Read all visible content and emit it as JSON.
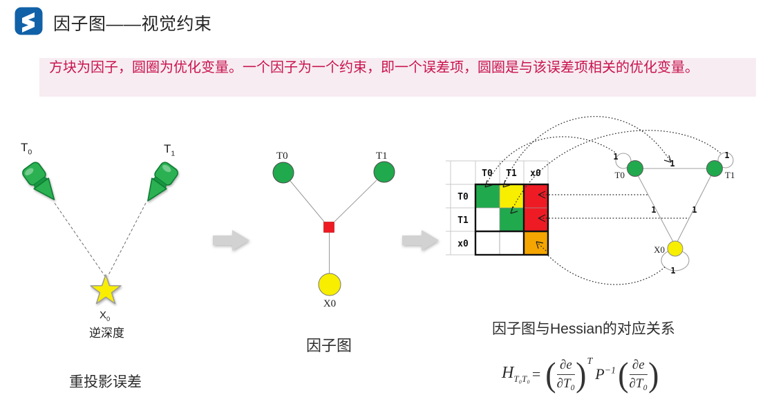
{
  "header": {
    "title": "因子图——视觉约束"
  },
  "note": {
    "text": "方块为因子，圆圈为优化变量。一个因子为一个约束，即一个误差项，圆圈是与该误差项相关的优化变量。"
  },
  "colors": {
    "logo_blue": "#1161a8",
    "note_bg": "#f7ecf1",
    "note_text": "#c9134e",
    "green": "#21a94d",
    "yellow": "#f7ee00",
    "red": "#ee1b24",
    "orange": "#f5a500",
    "star_yellow": "#f9ee00",
    "camera_green": "#2bb152",
    "arrow_gray": "#d2d2d2",
    "white": "#ffffff"
  },
  "reprojection": {
    "cam0_main": "T",
    "cam0_sub": "0",
    "cam1_main": "T",
    "cam1_sub": "1",
    "point_main": "X",
    "point_sub": "0",
    "depth_label": "逆深度",
    "caption": "重投影误差"
  },
  "factor_graph": {
    "t0": "T0",
    "t1": "T1",
    "x0": "X0",
    "caption": "因子图"
  },
  "hessian": {
    "caption": "因子图与Hessian的对应关系",
    "matrix": {
      "col_headers": [
        "T0",
        "T1",
        "x0"
      ],
      "row_headers": [
        "T0",
        "T1",
        "x0"
      ]
    },
    "graph": {
      "t0": "T0",
      "t1": "T1",
      "x0": "X0",
      "one": "1"
    },
    "formula": {
      "lhs": "H",
      "lhs_sub": "T₀T₀",
      "equals": "=",
      "paren_open": "(",
      "paren_close": ")",
      "dnum": "∂e",
      "dden": "∂T₀",
      "transpose": "T",
      "p": "P",
      "p_sup": "−1"
    }
  }
}
